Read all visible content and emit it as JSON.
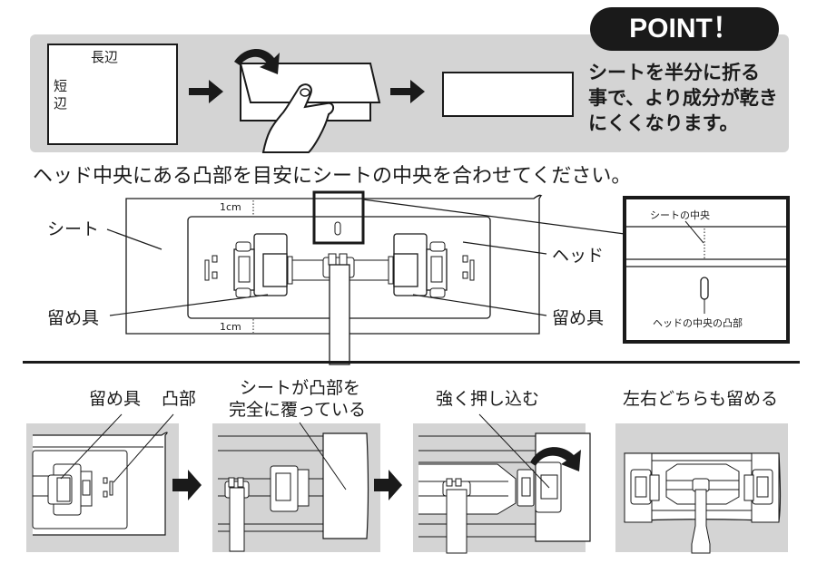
{
  "top_section": {
    "sheet_labels": {
      "long_side": "長辺",
      "short_side_1": "短",
      "short_side_2": "辺"
    },
    "point_badge": "POINT！",
    "point_lines": [
      "シートを半分に折る",
      "事で、より成分が乾き",
      "にくくなります。"
    ]
  },
  "middle_section": {
    "heading": "ヘッド中央にある凸部を目安にシートの中央を合わせてください。",
    "labels": {
      "sheet": "シート",
      "clip_left": "留め具",
      "head": "ヘッド",
      "clip_right": "留め具",
      "margin_top": "1cm",
      "margin_bottom": "1cm"
    },
    "detail": {
      "sheet_center": "シートの中央",
      "head_center_bump": "ヘッドの中央の凸部"
    }
  },
  "bottom_section": {
    "steps": [
      {
        "title_parts": [
          "留め具",
          "凸部"
        ]
      },
      {
        "title_lines": [
          "シートが凸部を",
          "完全に覆っている"
        ]
      },
      {
        "title": "強く押し込む"
      },
      {
        "title": "左右どちらも留める"
      }
    ]
  },
  "colors": {
    "panel_grey": "#d4d4d4",
    "ink": "#1a1a1a",
    "white": "#ffffff"
  }
}
